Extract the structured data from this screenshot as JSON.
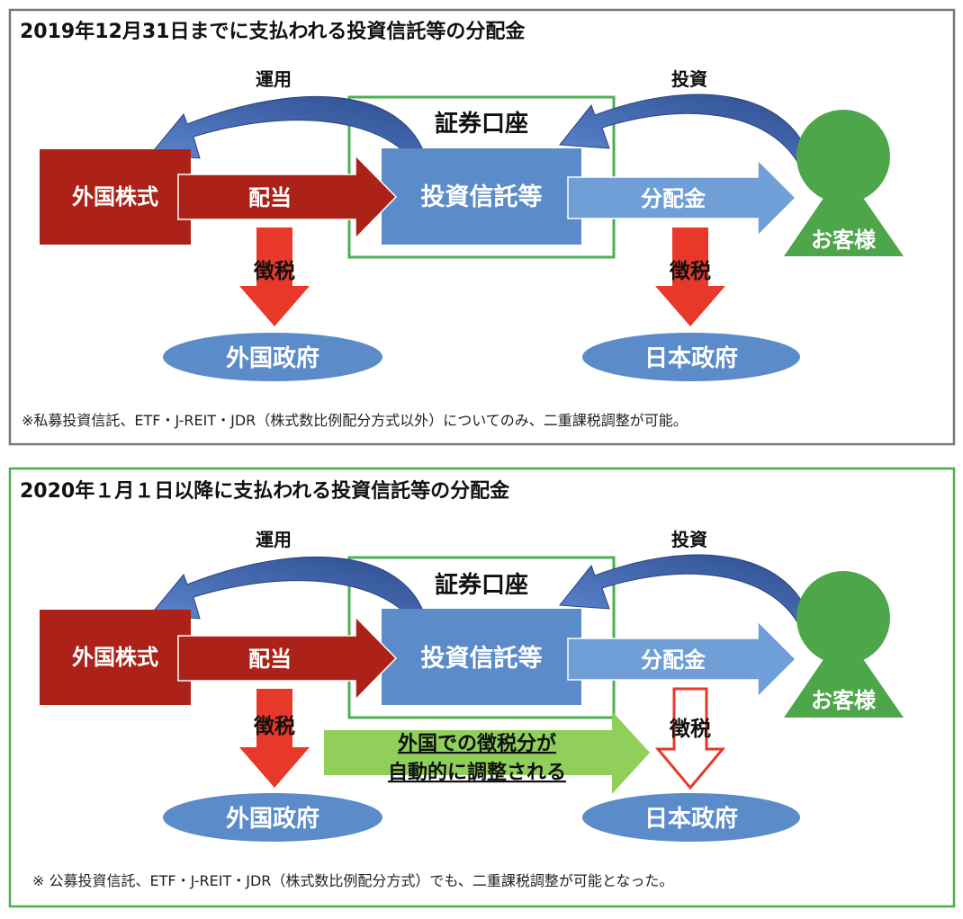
{
  "panels": [
    {
      "title": "2019年12月31日までに支払われる投資信託等の分配金",
      "border_color": "#777777",
      "operation_label": "運用",
      "investment_label": "投資",
      "account_label": "証券口座",
      "foreign_stock_label": "外国株式",
      "dividend_label": "配当",
      "fund_label": "投資信託等",
      "distribution_label": "分配金",
      "customer_label": "お客様",
      "tax_left_label": "徴税",
      "tax_right_label": "徴税",
      "foreign_gov_label": "外国政府",
      "japan_gov_label": "日本政府",
      "footnote": "※私募投資信託、ETF・J-REIT・JDR（株式数比例配分方式以外）についてのみ、二重課税調整が可能。"
    },
    {
      "title": "2020年１月１日以降に支払われる投資信託等の分配金",
      "border_color": "#4caf50",
      "operation_label": "運用",
      "investment_label": "投資",
      "account_label": "証券口座",
      "foreign_stock_label": "外国株式",
      "dividend_label": "配当",
      "fund_label": "投資信託等",
      "distribution_label": "分配金",
      "customer_label": "お客様",
      "tax_left_label": "徴税",
      "tax_right_label": "徴税",
      "foreign_gov_label": "外国政府",
      "japan_gov_label": "日本政府",
      "adjust_line1": "外国での徴税分が",
      "adjust_line2": "自動的に調整される",
      "footnote": "※ 公募投資信託、ETF・J-REIT・JDR（株式数比例配分方式）でも、二重課税調整が可能となった。"
    }
  ],
  "colors": {
    "dark_red": "#ad2218",
    "bright_red": "#e8382a",
    "blue_box": "#5b8cc9",
    "light_blue": "#6f9fd6",
    "dark_blue_arrow": "#2f4f96",
    "green_person": "#4ea64a",
    "green_border": "#4caf50",
    "light_green_arrow": "#8fcf5a"
  }
}
